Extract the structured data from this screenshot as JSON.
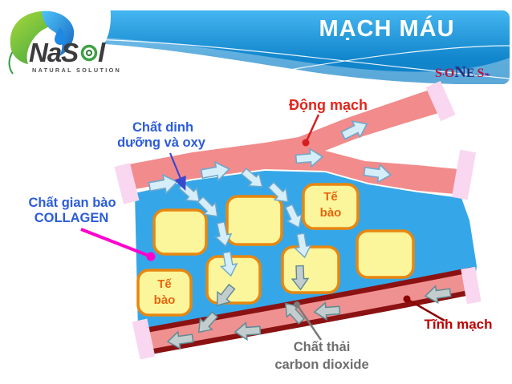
{
  "slide": {
    "title": "MẠCH MÁU",
    "logo": {
      "name_nas": "NaS",
      "name_l": "l",
      "tagline": "NATURAL SOLUTION"
    },
    "brand": {
      "s1": "S",
      "dot1": "·",
      "o": "O",
      "n": "N",
      "e": "E",
      "dot2": "·",
      "s2": "S",
      "flourish": "❧"
    },
    "labels": {
      "artery": "Động mạch",
      "nutrients1": "Chất dinh",
      "nutrients2": "dưỡng và oxy",
      "collagen1": "Chất gian bào",
      "collagen2": "COLLAGEN",
      "cell1": "Tế",
      "cell2": "bào",
      "vein": "Tĩnh mạch",
      "waste1": "Chất thải",
      "waste2": "carbon dioxide"
    },
    "colors": {
      "header_blue": "#1286CC",
      "artery_fill": "#F28B8B",
      "vessel_cap": "#F9D7F0",
      "tissue_fill": "#35A7E8",
      "cell_fill": "#FBF59B",
      "cell_border": "#E8870F",
      "vein_border": "#8B1212",
      "vein_fill": "#EF9191",
      "arrow_blue": "#D6EEF9",
      "arrow_gray": "#C3CDCD",
      "label_red": "#E3241B",
      "label_blue": "#2B5CD9",
      "label_dark_red": "#C00000",
      "label_gray": "#6E6E6E",
      "label_orange": "#E8650D",
      "leader_magenta": "#FF00CE"
    }
  }
}
